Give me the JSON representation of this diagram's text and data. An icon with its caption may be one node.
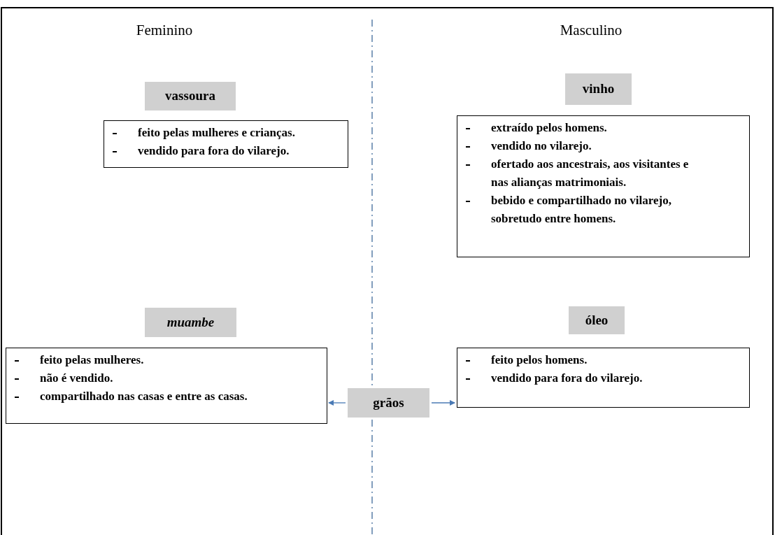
{
  "diagram": {
    "nodes": [
      {
        "text": [
          "vassoura"
        ]
      },
      {
        "text": [
          "feito pelas mulheres e crianças.",
          "vendido para fora do vilarejo."
        ]
      },
      {
        "text": [
          "vinho"
        ]
      },
      {
        "text": [
          "extraído pelos homens.",
          "vendido no vilarejo.",
          "ofertado aos ancestrais, aos visitantes e nas alianças matrimoniais.",
          "bebido e compartilhado no vilarejo, sobretudo entre homens."
        ]
      },
      {
        "text": [
          "muambe"
        ]
      },
      {
        "text": [
          "feito pelas mulheres.",
          "não é vendido.",
          "compartilhado nas casas e entre as casas."
        ]
      },
      {
        "text": [
          "grãos"
        ]
      },
      {
        "text": [
          "óleo"
        ]
      },
      {
        "text": [
          "feito pelos homens.",
          "vendido para fora do vilarejo."
        ]
      }
    ],
    "edges": [
      {
        "from": 6,
        "to": 5,
        "arrow": "to",
        "color": "#4a7ab5"
      },
      {
        "from": 6,
        "to": 8,
        "arrow": "to",
        "color": "#4a7ab5"
      }
    ],
    "labels": [
      "Feminino",
      "Masculino"
    ]
  }
}
